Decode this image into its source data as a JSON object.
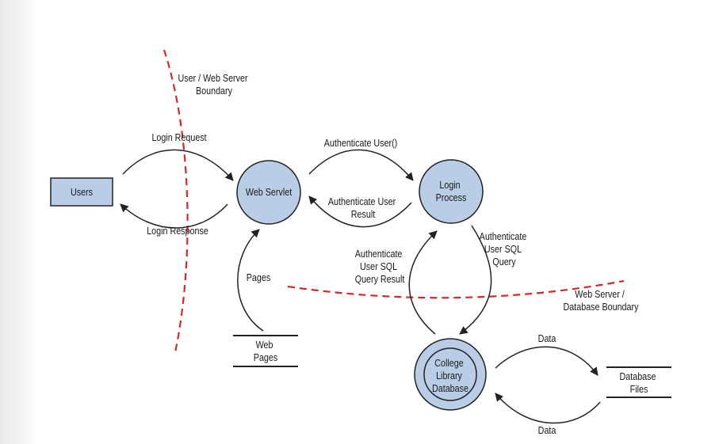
{
  "colors": {
    "node_fill": "#b9cde6",
    "boundary": "#d8282a",
    "stroke": "#222222"
  },
  "nodes": {
    "users": "Users",
    "web_servlet": "Web Servlet",
    "login_process": [
      "Login",
      "Process"
    ],
    "college_library_database": [
      "College",
      "Library",
      "Database"
    ],
    "web_pages": [
      "Web",
      "Pages"
    ],
    "database_files": [
      "Database",
      "Files"
    ]
  },
  "boundaries": {
    "user_web_server": [
      "User / Web Server",
      "Boundary"
    ],
    "web_server_database": [
      "Web Server /",
      "Database Boundary"
    ]
  },
  "flows": {
    "login_request": "Login Request",
    "login_response": "Login Response",
    "authenticate_user": "Authenticate User()",
    "authenticate_user_result": [
      "Authenticate User",
      "Result"
    ],
    "authenticate_user_sql_query": [
      "Authenticate",
      "User SQL",
      "Query"
    ],
    "authenticate_user_sql_query_result": [
      "Authenticate",
      "User SQL",
      "Query Result"
    ],
    "pages": "Pages",
    "data_to_files": "Data",
    "data_from_files": "Data"
  }
}
